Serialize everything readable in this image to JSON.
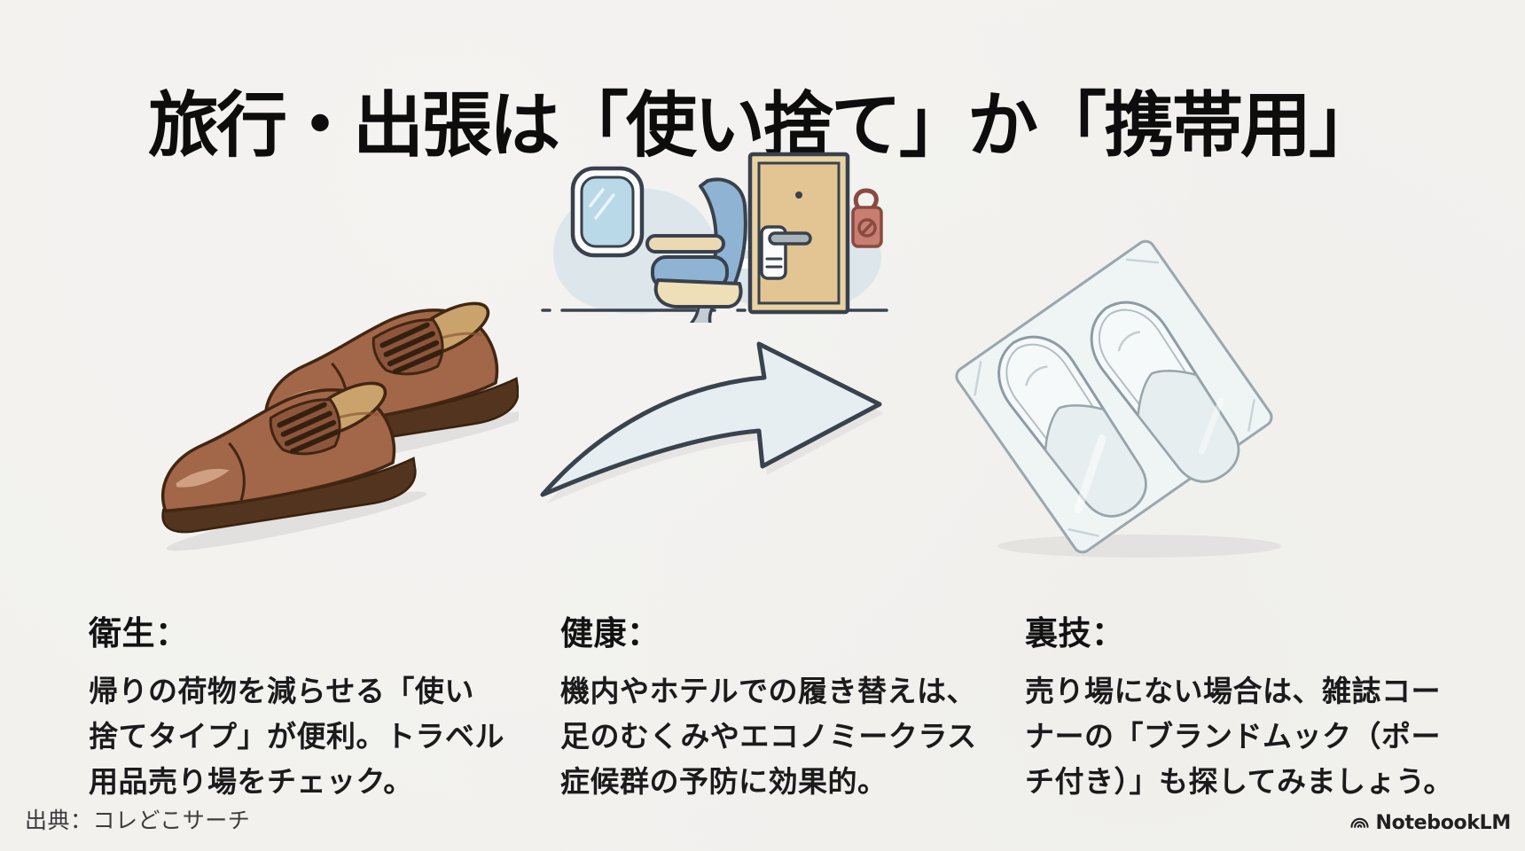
{
  "title": "旅行・出張は「使い捨て」か「携帯用」",
  "sections": [
    {
      "heading": "衛生：",
      "body": "帰りの荷物を減らせる「使い\n捨てタイプ」が便利。トラベル\n用品売り場をチェック。"
    },
    {
      "heading": "健康：",
      "body": "機内やホテルでの履き替えは、\n足のむくみやエコノミークラス\n症候群の予防に効果的。"
    },
    {
      "heading": "裏技：",
      "body": "売り場にない場合は、雑誌コー\nナーの「ブランドムック（ポー\nチ付き）」も探してみましょう。"
    }
  ],
  "footer": {
    "source": "出典：コレどこサーチ",
    "brand": "NotebookLM"
  },
  "illustrations": {
    "shoes": "brown-leather-business-shoes",
    "scene": "airplane-seat-and-hotel-door",
    "arrow": "curved-right-arrow",
    "slippers": "disposable-slippers-in-plastic-pack",
    "brand_icon": "notebooklm-arcs-icon"
  },
  "colors": {
    "background": "#f2f1ee",
    "title_text": "#0d0d0d",
    "body_text": "#1b1b1b",
    "muted_text": "#3c3c3c",
    "outline_dark": "#39434e",
    "shoe_brown": "#a26648",
    "shoe_sole": "#53341e",
    "insole_tan": "#caa36c",
    "seat_blue": "#8fb3d2",
    "cushion_cream": "#ead9b2",
    "door_tan": "#e2c593",
    "hanger_red": "#c87f71",
    "window_glass": "#b9d8e8",
    "blob_gray_blue": "#dde7eb",
    "arrow_fill": "#e7eef1",
    "slipper_white": "#f6f9f9",
    "bag_translucent": "#eef3f5"
  }
}
